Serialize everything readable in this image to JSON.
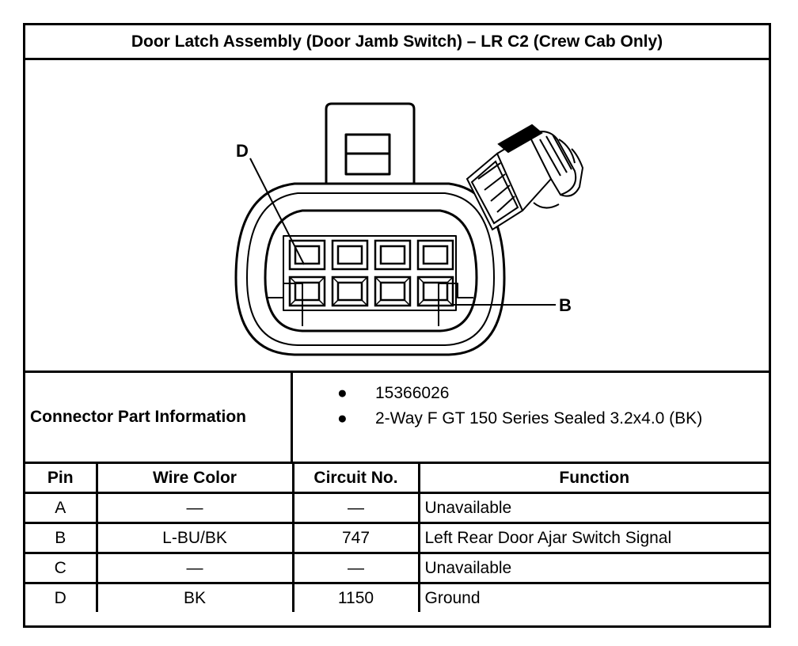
{
  "title": "Door Latch Assembly (Door Jamb Switch) – LR C2 (Crew Cab Only)",
  "figure": {
    "callouts": [
      "D",
      "B"
    ],
    "icons": [
      "connector-face-icon",
      "connector-3d-icon"
    ]
  },
  "connector_info": {
    "label": "Connector Part Information",
    "items": [
      "15366026",
      "2-Way F GT 150 Series Sealed 3.2x4.0 (BK)"
    ]
  },
  "pin_table": {
    "headers": [
      "Pin",
      "Wire Color",
      "Circuit No.",
      "Function"
    ],
    "rows": [
      [
        "A",
        "—",
        "—",
        "Unavailable"
      ],
      [
        "B",
        "L-BU/BK",
        "747",
        "Left Rear Door Ajar Switch Signal"
      ],
      [
        "C",
        "—",
        "—",
        "Unavailable"
      ],
      [
        "D",
        "BK",
        "1150",
        "Ground"
      ]
    ]
  }
}
